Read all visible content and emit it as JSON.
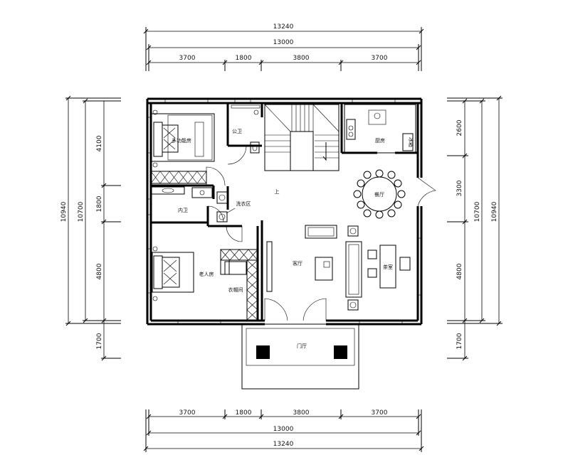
{
  "dimensions": {
    "top_overall": "13240",
    "top_inner": "13000",
    "top_segments": [
      "3700",
      "1800",
      "3800",
      "3700"
    ],
    "bottom_segments": [
      "3700",
      "1800",
      "3800",
      "3700"
    ],
    "bottom_inner": "13000",
    "bottom_overall": "13240",
    "left_overall": "10940",
    "left_inner": "10700",
    "left_segments": [
      "4100",
      "1800",
      "4800",
      "1700"
    ],
    "right_overall": "10940",
    "right_inner": "10700",
    "right_segments": [
      "2600",
      "3300",
      "4800",
      "1700"
    ]
  },
  "rooms": {
    "multi_function_room": "多功能房",
    "public_bath": "公卫",
    "kitchen": "厨房",
    "pantry": "冰箱",
    "stair_up": "上",
    "laundry": "洗衣区",
    "inner_bath": "内卫",
    "dining": "餐厅",
    "elder_room": "老人房",
    "living": "客厅",
    "tea_room": "茶室",
    "wardrobe": "衣帽间",
    "entrance": "门厅"
  }
}
